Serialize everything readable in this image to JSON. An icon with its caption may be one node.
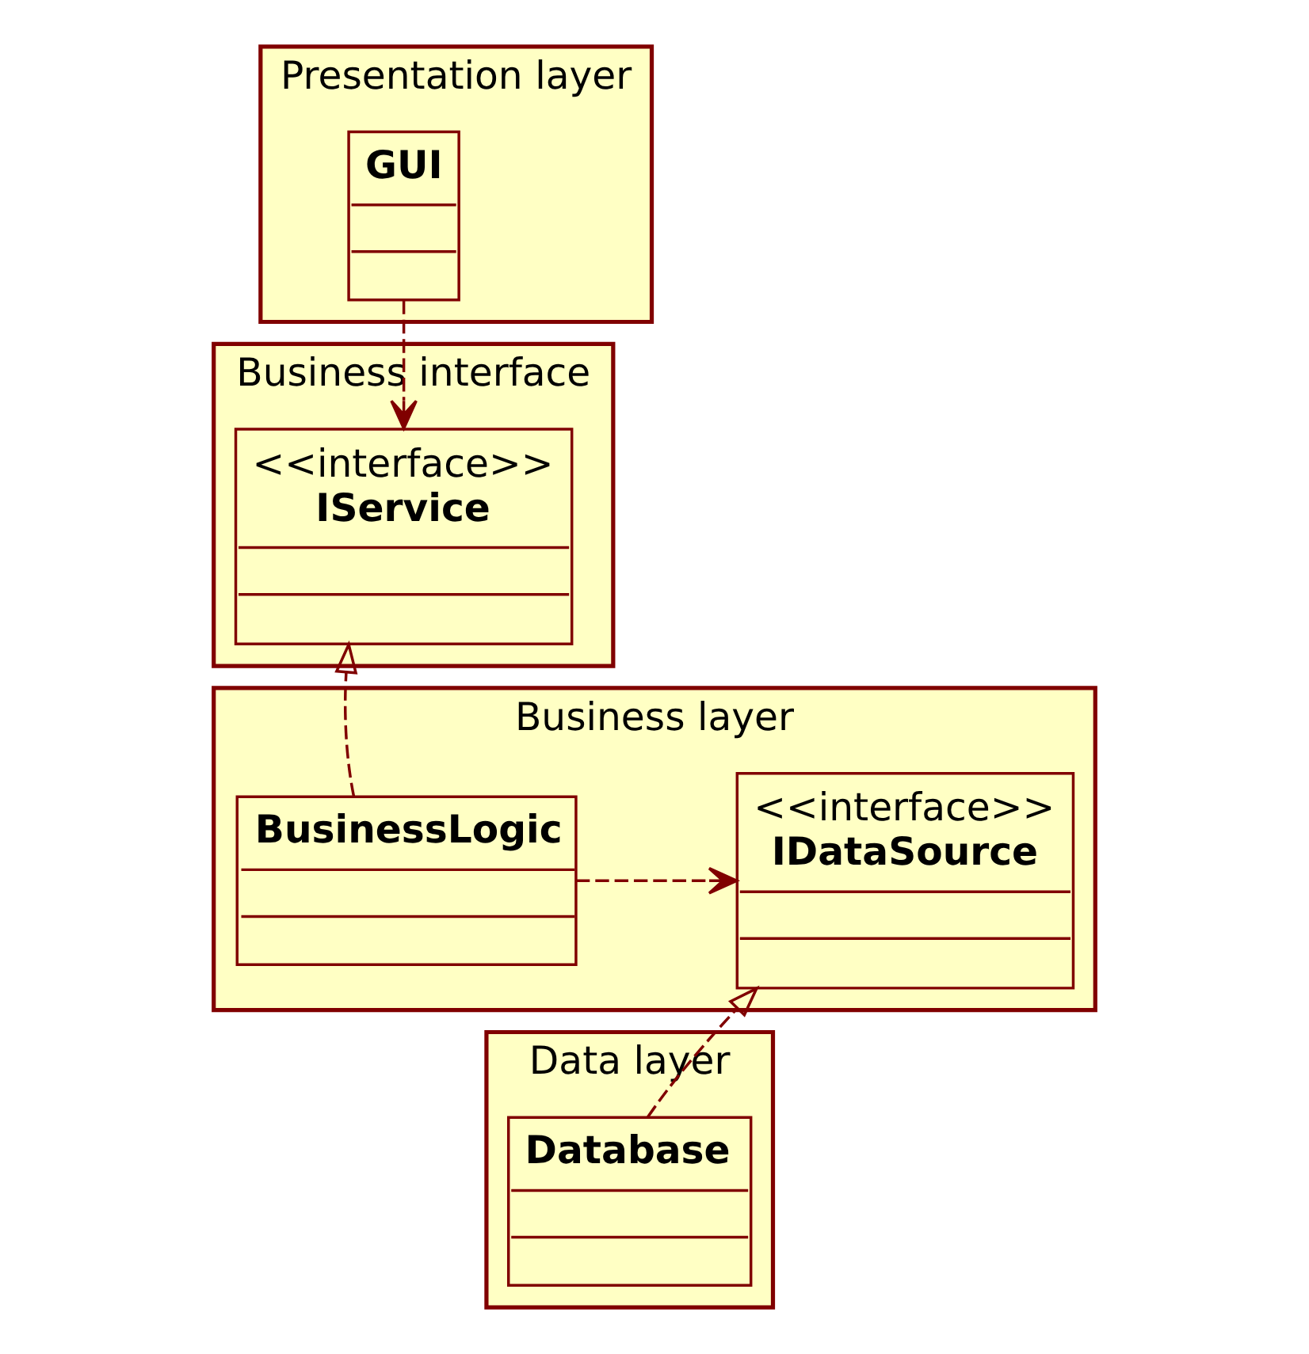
{
  "diagram": {
    "nodes": [
      {
        "text": [
          "Presentation layer"
        ]
      },
      {
        "text": [
          "GUI"
        ],
        "in": 0
      },
      {
        "text": [
          "Business interface"
        ]
      },
      {
        "text": [
          "<<interface>>",
          "IService"
        ],
        "in": 2
      },
      {
        "text": [
          "Business layer"
        ]
      },
      {
        "text": [
          "BusinessLogic"
        ],
        "in": 4
      },
      {
        "text": [
          "<<interface>>",
          "IDataSource"
        ],
        "in": 4
      },
      {
        "text": [
          "Data layer"
        ]
      },
      {
        "text": [
          "Database"
        ],
        "in": 7
      }
    ],
    "edges": [
      {
        "from": 1,
        "to": 3,
        "arrow": "to",
        "style": "dashed"
      },
      {
        "from": 5,
        "to": 3,
        "arrow": "to",
        "style": "dashed"
      },
      {
        "from": 5,
        "to": 6,
        "arrow": "to",
        "style": "dashed"
      },
      {
        "from": 8,
        "to": 6,
        "arrow": "to",
        "style": "dashed"
      }
    ]
  }
}
